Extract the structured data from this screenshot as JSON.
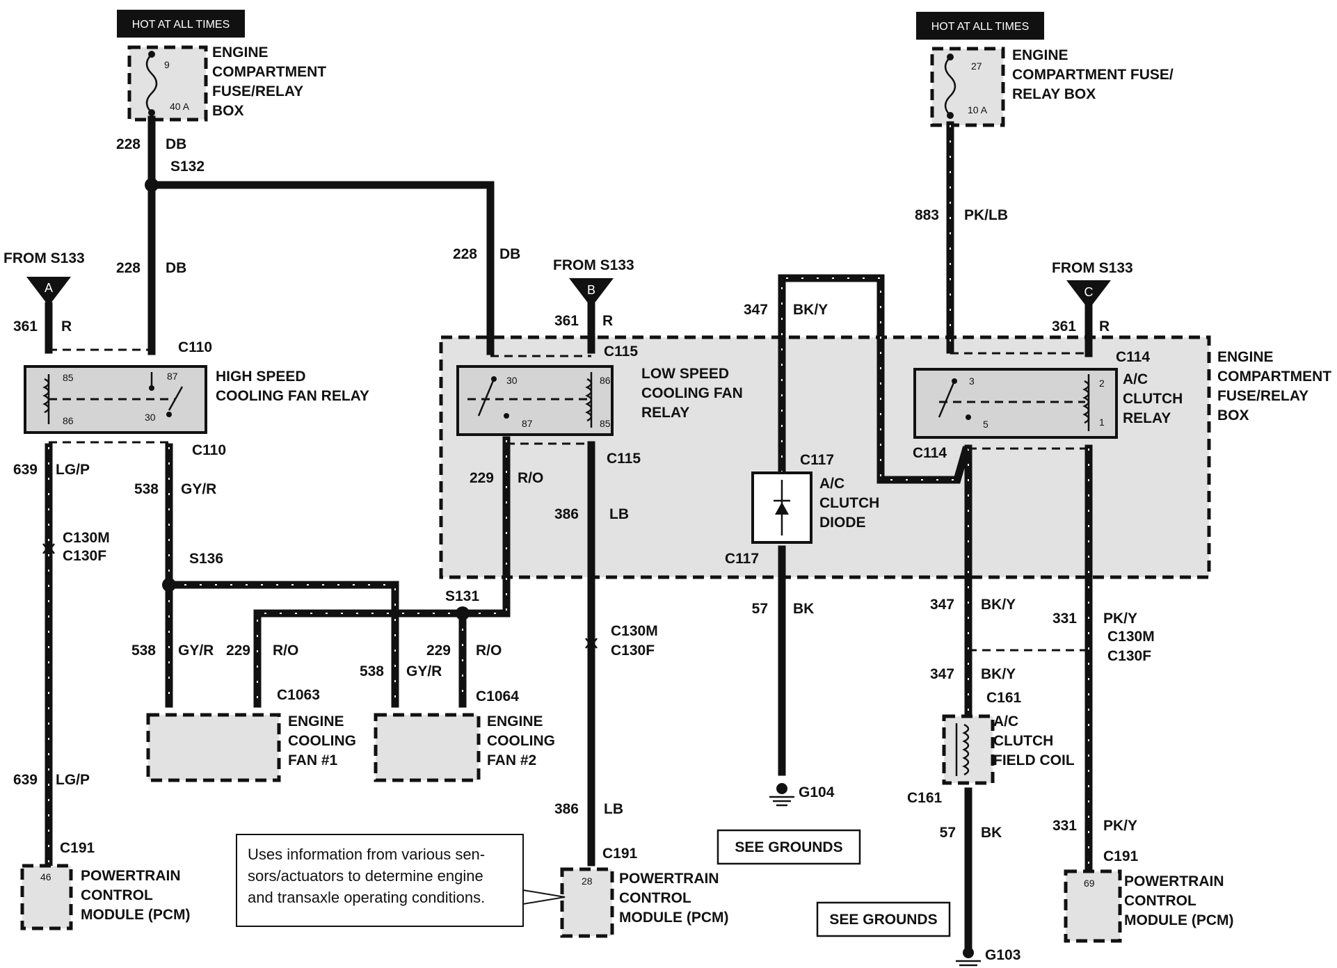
{
  "hot_labels": [
    "HOT AT ALL TIMES",
    "HOT AT ALL TIMES"
  ],
  "fuse_left": {
    "name_lines": [
      "ENGINE",
      "COMPARTMENT",
      "FUSE/RELAY",
      "BOX"
    ],
    "pin": "9",
    "rating": "40 A"
  },
  "fuse_right": {
    "name_lines": [
      "ENGINE",
      "COMPARTMENT FUSE/",
      "RELAY BOX"
    ],
    "pin": "27",
    "rating": "10 A"
  },
  "from_s133": [
    "FROM S133",
    "FROM S133",
    "FROM S133"
  ],
  "s133_letters": [
    "A",
    "B",
    "C"
  ],
  "circuits": {
    "c228": "228",
    "db": "DB",
    "c361": "361",
    "r": "R",
    "c639": "639",
    "lgp": "LG/P",
    "c538": "538",
    "gyr": "GY/R",
    "c229": "229",
    "ro": "R/O",
    "c386": "386",
    "lb": "LB",
    "c347": "347",
    "bky": "BK/Y",
    "c57": "57",
    "bk": "BK",
    "c883": "883",
    "pklb": "PK/LB",
    "c331": "331",
    "pky": "PK/Y"
  },
  "connectors": {
    "s132": "S132",
    "c110": "C110",
    "c115": "C115",
    "c114": "C114",
    "c117": "C117",
    "c130m": "C130M",
    "c130f": "C130F",
    "s136": "S136",
    "s131": "S131",
    "c1063": "C1063",
    "c1064": "C1064",
    "c191": "C191",
    "c161": "C161",
    "g104": "G104",
    "g103": "G103"
  },
  "high_relay": {
    "lines": [
      "HIGH SPEED",
      "COOLING FAN RELAY"
    ],
    "pins": [
      "85",
      "87",
      "86",
      "30"
    ]
  },
  "low_relay": {
    "lines": [
      "LOW SPEED",
      "COOLING FAN",
      "RELAY"
    ],
    "pins": [
      "30",
      "86",
      "87",
      "85"
    ]
  },
  "ac_relay": {
    "lines": [
      "A/C",
      "CLUTCH",
      "RELAY"
    ],
    "pins": [
      "3",
      "2",
      "5",
      "1"
    ]
  },
  "fcb_box": {
    "lines": [
      "ENGINE",
      "COMPARTMENT",
      "FUSE/RELAY",
      "BOX"
    ]
  },
  "ac_diode": {
    "lines": [
      "A/C",
      "CLUTCH",
      "DIODE"
    ]
  },
  "fan1": {
    "lines": [
      "ENGINE",
      "COOLING",
      "FAN #1"
    ]
  },
  "fan2": {
    "lines": [
      "ENGINE",
      "COOLING",
      "FAN #2"
    ]
  },
  "ac_coil": {
    "lines": [
      "A/C",
      "CLUTCH",
      "FIELD COIL"
    ]
  },
  "pcm": {
    "lines": [
      "POWERTRAIN",
      "CONTROL",
      "MODULE (PCM)"
    ],
    "pins": [
      "46",
      "28",
      "69"
    ]
  },
  "note": {
    "lines": [
      "Uses information from various sen-",
      "sors/actuators to determine engine",
      "and transaxle operating conditions."
    ]
  },
  "see_grounds": [
    "SEE GROUNDS",
    "SEE GROUNDS"
  ]
}
